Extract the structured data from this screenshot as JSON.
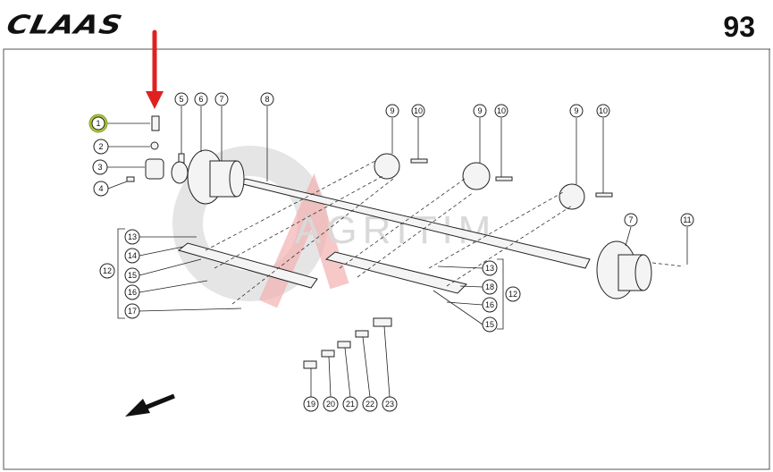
{
  "header": {
    "brand": "CLAAS",
    "page_number": "93"
  },
  "watermark": "AGRITIM",
  "highlighted_part": "1",
  "callouts": {
    "c1": "1",
    "c2": "2",
    "c3": "3",
    "c4": "4",
    "c5": "5",
    "c6": "6",
    "c7a": "7",
    "c8": "8",
    "c9a": "9",
    "c10a": "10",
    "c9b": "9",
    "c10b": "10",
    "c9c": "9",
    "c10c": "10",
    "c7b": "7",
    "c11": "11",
    "c13a": "13",
    "c14": "14",
    "c12a": "12",
    "c15a": "15",
    "c16a": "16",
    "c17": "17",
    "c13b": "13",
    "c18": "18",
    "c12b": "12",
    "c16b": "16",
    "c15b": "15",
    "c19": "19",
    "c20": "20",
    "c21": "21",
    "c22": "22",
    "c23": "23"
  },
  "colors": {
    "highlight": "#a8c43a",
    "arrow": "#e02020",
    "watermark": "#d9d9d9"
  }
}
